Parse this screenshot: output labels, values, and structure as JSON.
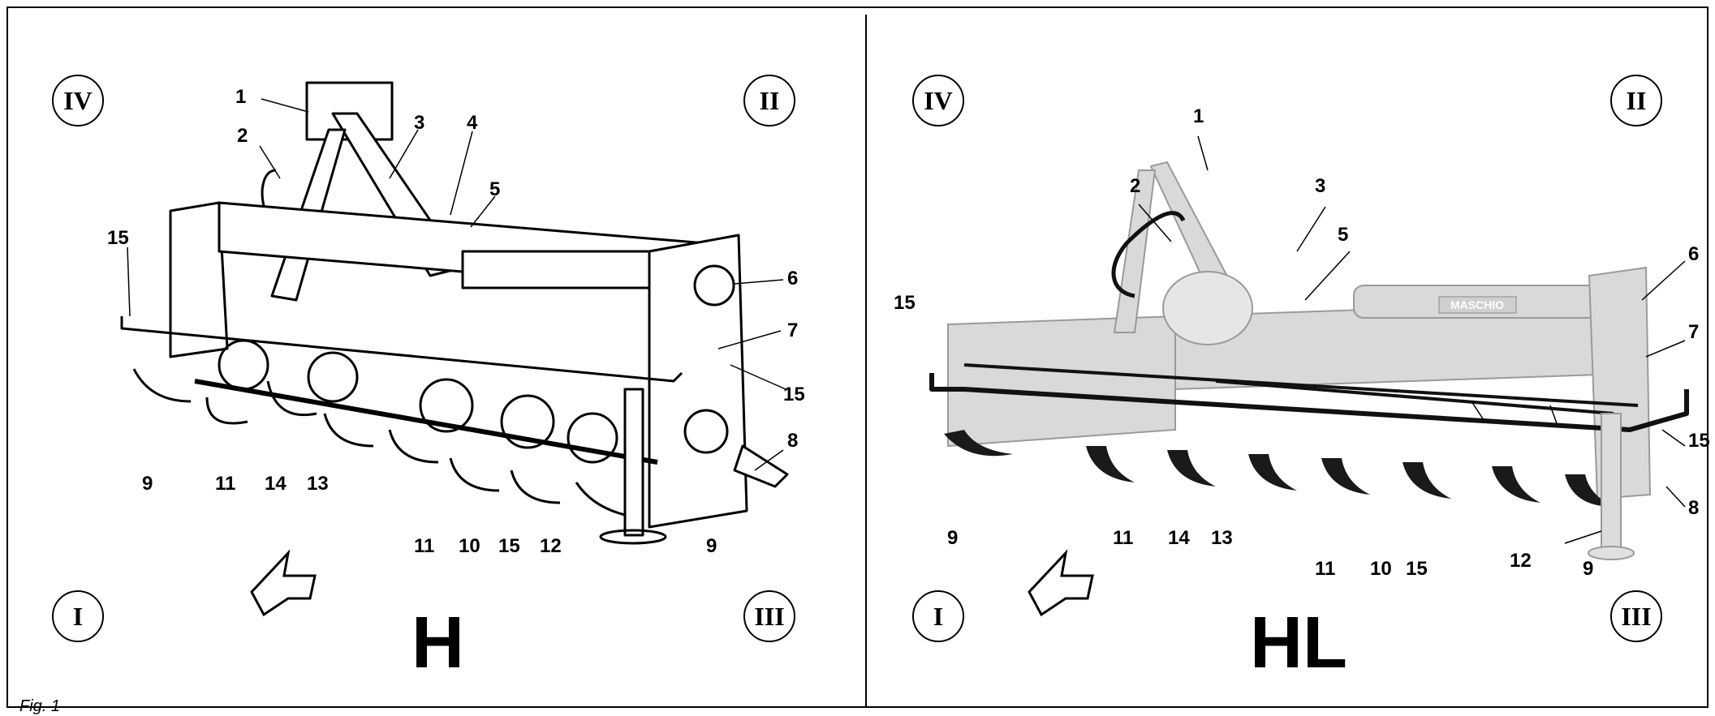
{
  "figure_caption": "Fig. 1",
  "panels": {
    "left": {
      "title": "H",
      "roman": {
        "top_left": "IV",
        "top_right": "II",
        "bottom_left": "I",
        "bottom_right": "III"
      },
      "callouts": [
        "1",
        "2",
        "3",
        "4",
        "5",
        "15",
        "6",
        "7",
        "15",
        "8",
        "9",
        "11",
        "14",
        "13",
        "11",
        "10",
        "15",
        "12",
        "9"
      ]
    },
    "right": {
      "title": "HL",
      "brand_plate": "MASCHIO",
      "roman": {
        "top_left": "IV",
        "top_right": "II",
        "bottom_left": "I",
        "bottom_right": "III"
      },
      "callouts": [
        "1",
        "2",
        "3",
        "5",
        "6",
        "15",
        "7",
        "15",
        "8",
        "9",
        "11",
        "14",
        "13",
        "11",
        "10",
        "15",
        "12",
        "9"
      ]
    }
  }
}
